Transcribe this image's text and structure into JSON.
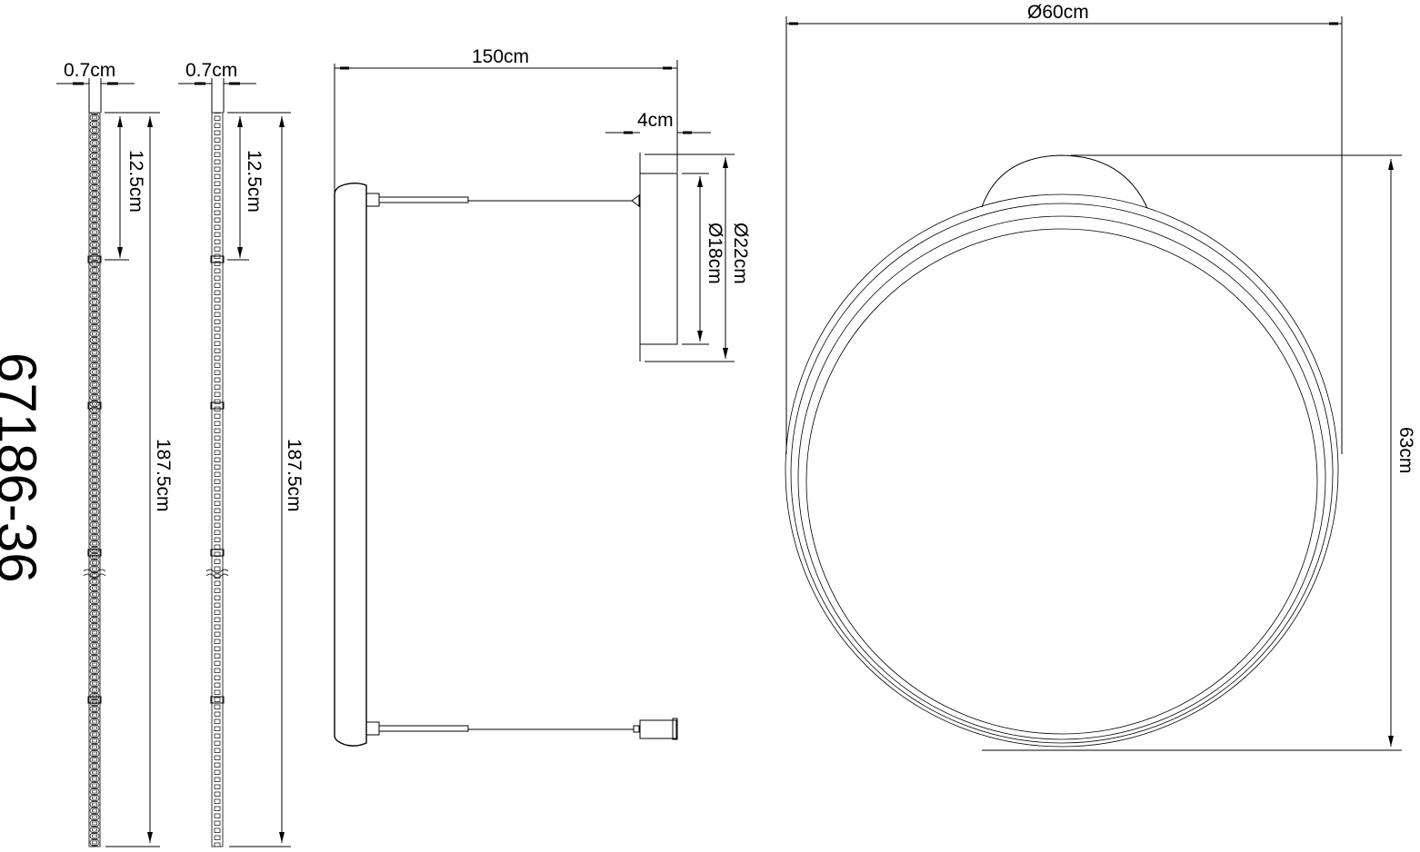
{
  "model_number": "67186-36",
  "strip_view_1": {
    "width_label": "0.7cm",
    "segment_label": "12.5cm",
    "length_label": "187.5cm"
  },
  "strip_view_2": {
    "width_label": "0.7cm",
    "segment_label": "12.5cm",
    "length_label": "187.5cm"
  },
  "side_view": {
    "cable_length_label": "150cm",
    "canopy_depth_label": "4cm",
    "canopy_outer_diameter_label": "Ø22cm",
    "canopy_inner_diameter_label": "Ø18cm"
  },
  "front_view": {
    "diameter_label": "Ø60cm",
    "height_label": "63cm"
  },
  "colors": {
    "line": "#000000",
    "background": "#ffffff"
  }
}
